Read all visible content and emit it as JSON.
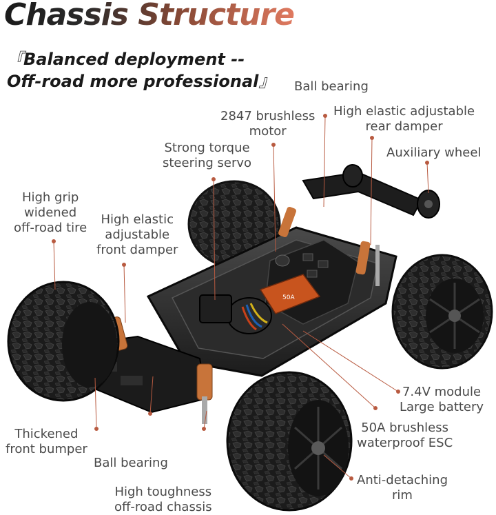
{
  "header": {
    "title": "Chassis Structure",
    "subtitle_line1": "Balanced deployment --",
    "subtitle_line2": "Off-road more professional",
    "bracket_open": "『",
    "bracket_close": "』"
  },
  "labels": {
    "ball_bearing_top": "Ball bearing",
    "motor_l1": "2847 brushless",
    "motor_l2": "motor",
    "rear_damper_l1": "High elastic adjustable",
    "rear_damper_l2": "rear damper",
    "servo_l1": "Strong torque",
    "servo_l2": "steering servo",
    "aux_wheel": "Auxiliary wheel",
    "tire_l1": "High grip",
    "tire_l2": "widened",
    "tire_l3": "off-road tire",
    "front_damper_l1": "High elastic",
    "front_damper_l2": "adjustable",
    "front_damper_l3": "front damper",
    "battery_l1": "7.4V module",
    "battery_l2": "Large battery",
    "esc_l1": "50A brushless",
    "esc_l2": "waterproof ESC",
    "bumper_l1": "Thickened",
    "bumper_l2": "front bumper",
    "ball_bearing_bottom": "Ball bearing",
    "chassis_l1": "High toughness",
    "chassis_l2": "off-road chassis",
    "rim_l1": "Anti-detaching",
    "rim_l2": "rim"
  },
  "product_markings": {
    "esc_label": "50A"
  },
  "colors": {
    "pointer": "#b85a40",
    "label_text": "#4a4a4a",
    "copper": "#c8743a"
  }
}
